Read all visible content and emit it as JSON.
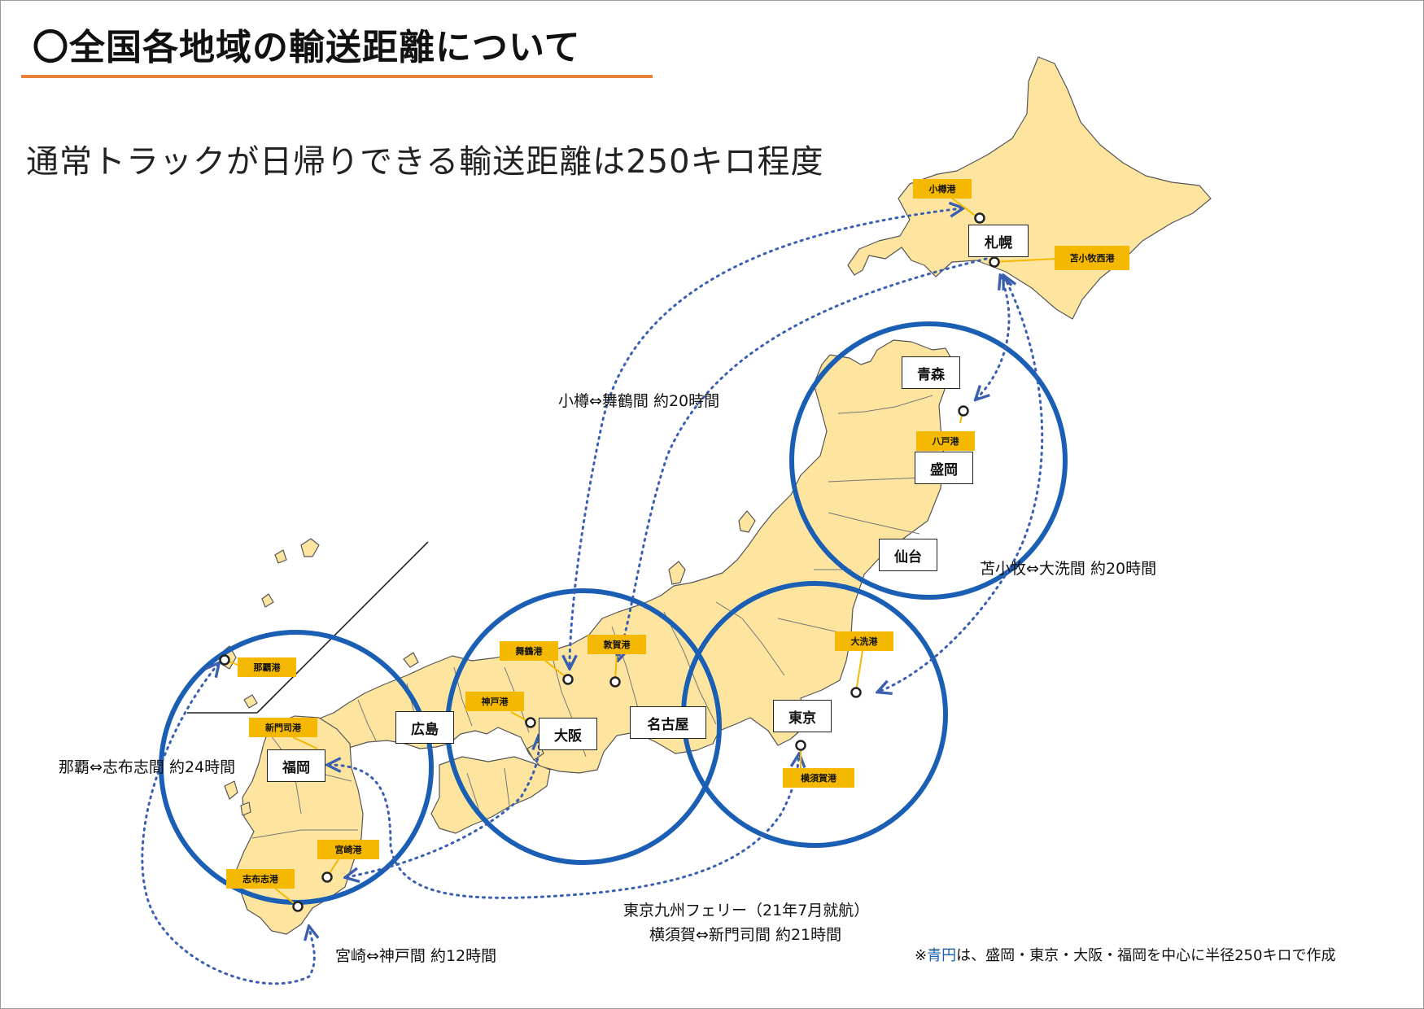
{
  "title": "〇全国各地域の輸送距離について",
  "subtitle": "通常トラックが日帰りできる輸送距離は250キロ程度",
  "cities": {
    "sapporo": "札幌",
    "aomori": "青森",
    "morioka": "盛岡",
    "sendai": "仙台",
    "tokyo": "東京",
    "nagoya": "名古屋",
    "osaka": "大阪",
    "hiroshima": "広島",
    "fukuoka": "福岡"
  },
  "ports": {
    "otaru": "小樽港",
    "tomakomai": "苫小牧西港",
    "hachinohe": "八戸港",
    "oarai": "大洗港",
    "yokosuka": "横須賀港",
    "maizuru": "舞鶴港",
    "tsuruga": "敦賀港",
    "kobe": "神戸港",
    "naha": "那覇港",
    "shinmoji": "新門司港",
    "miyazaki": "宮崎港",
    "shibushi": "志布志港"
  },
  "routes": {
    "otaru_maizuru": "小樽⇔舞鶴間 約20時間",
    "tomakomai_oarai": "苫小牧⇔大洗間 約20時間",
    "naha_shibushi": "那覇⇔志布志間 約24時間",
    "miyazaki_kobe": "宮崎⇔神戸間 約12時間",
    "tokyo_kyushu_ferry": "東京九州フェリー（21年7月就航）",
    "yokosuka_shinmoji": "横須賀⇔新門司間 約21時間"
  },
  "note": {
    "prefix": "※",
    "highlight": "青円",
    "rest": "は、盛岡・東京・大阪・福岡を中心に半径250キロで作成"
  },
  "colors": {
    "land": "#fde5a0",
    "border": "#555555",
    "circle": "#1a5fb4",
    "route": "#3a5fb0",
    "port_label": "#f5b800",
    "title_rule": "#e8823a"
  }
}
